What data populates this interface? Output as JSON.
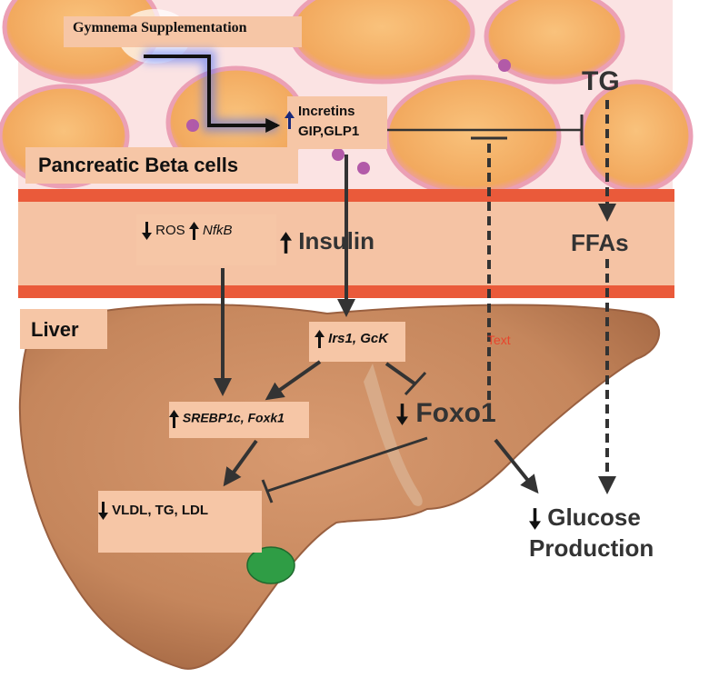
{
  "diagram": {
    "gymnema": "Gymnema Supplementation",
    "incretins_line1": "Incretins",
    "incretins_line2": "GIP,GLP1",
    "pancreas": "Pancreatic Beta cells",
    "ros": "ROS",
    "nfkb": "NfkB",
    "insulin": "Insulin",
    "tg": "TG",
    "ffas": "FFAs",
    "liver": "Liver",
    "irs1": "Irs1, GcK",
    "text_placeholder": "Text",
    "srebp": "SREBP1c, Foxk1",
    "foxo1": "Foxo1",
    "vldl": "VLDL, TG, LDL",
    "glucose_line1": "Glucose",
    "glucose_line2": "Production"
  },
  "colors": {
    "band": "#f5c3a4",
    "band_edge": "#ea5a3a",
    "liver": "#c98a5f",
    "fat_cell": "#f7b46a",
    "placeholder_text": "#e8452c",
    "gallbladder": "#2f9d45"
  },
  "icons": [
    "up-arrow-icon",
    "down-arrow-icon",
    "inhibition-bar-icon"
  ]
}
